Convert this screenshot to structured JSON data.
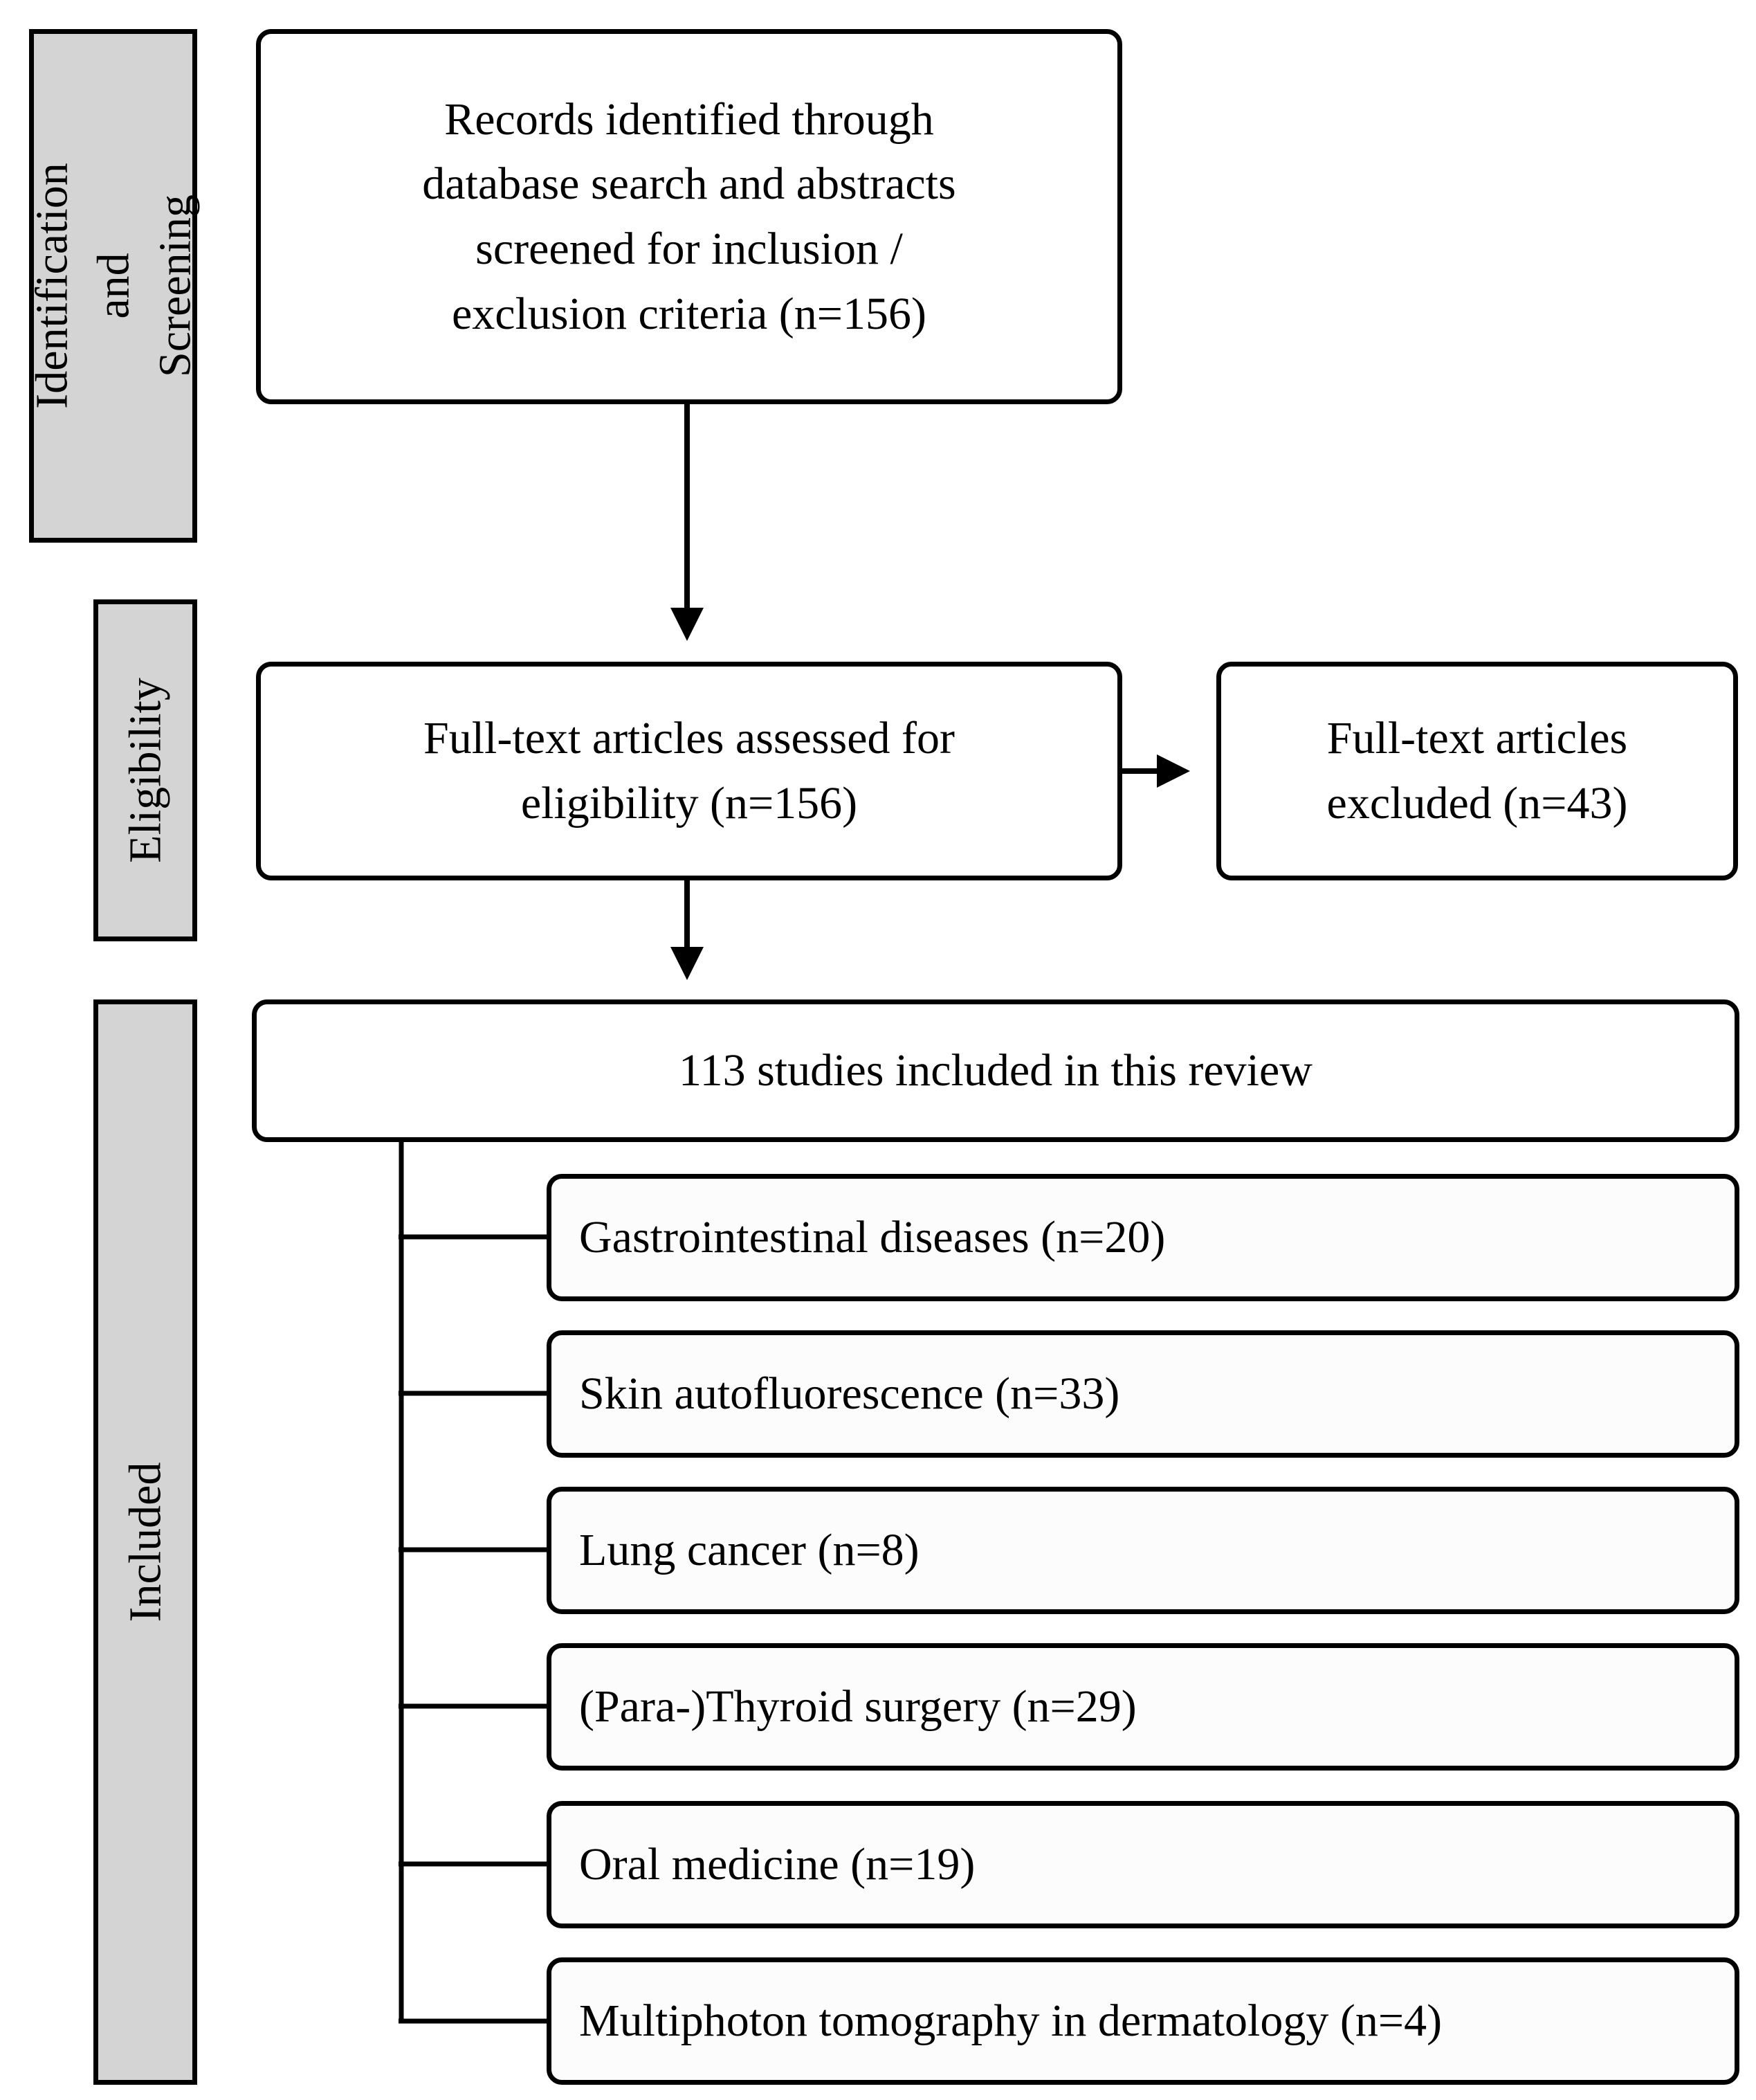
{
  "stages": {
    "identification": "Identification and\nScreening",
    "eligibility": "Eligibility",
    "included": "Included"
  },
  "boxes": {
    "records": "Records identified through\ndatabase search and abstracts\nscreened for inclusion /\nexclusion criteria (n=156)",
    "fulltext_assessed": "Full-text articles assessed for\neligibility (n=156)",
    "fulltext_excluded": "Full-text articles\nexcluded  (n=43)",
    "included_total": "113 studies included in this review"
  },
  "categories": [
    "Gastrointestinal diseases (n=20)",
    "Skin autofluorescence (n=33)",
    "Lung cancer (n=8)",
    "(Para-)Thyroid surgery (n=29)",
    "Oral medicine (n=19)",
    "Multiphoton tomography in dermatology (n=4)"
  ]
}
